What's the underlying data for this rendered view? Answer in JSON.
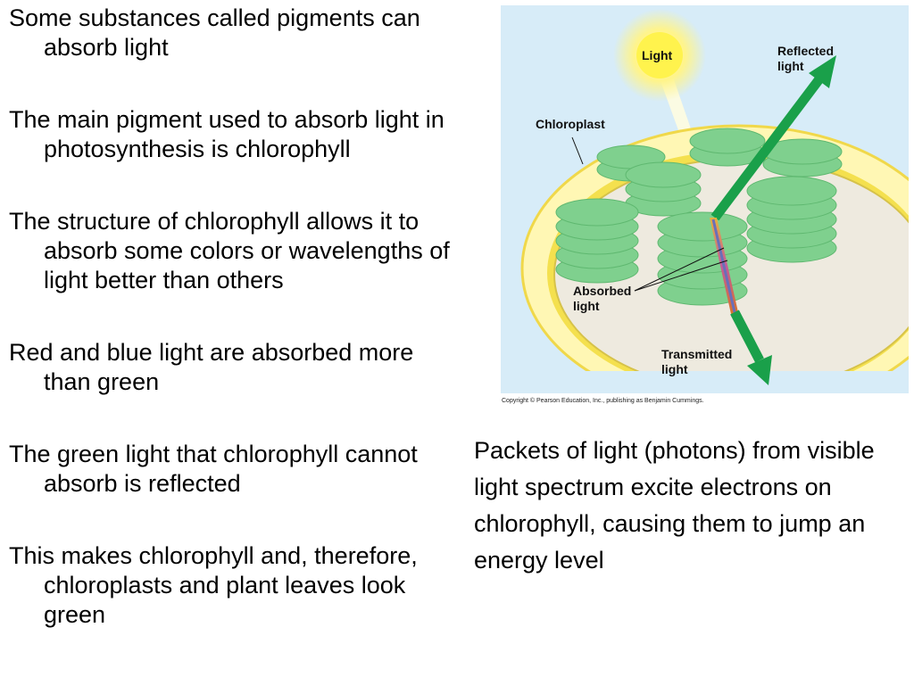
{
  "bullets": [
    "Some substances called pigments can absorb light",
    "The main pigment used to absorb light in photosynthesis is chlorophyll",
    "The structure of chlorophyll allows it to absorb some colors or wavelengths of light better than others",
    "Red and blue light are absorbed more than green",
    "The green light that chlorophyll cannot absorb is reflected",
    "This makes chlorophyll and, therefore, chloroplasts and plant leaves look green"
  ],
  "figure": {
    "labels": {
      "light": "Light",
      "reflected_1": "Reflected",
      "reflected_2": "light",
      "chloroplast": "Chloroplast",
      "absorbed_1": "Absorbed",
      "absorbed_2": "light",
      "transmitted_1": "Transmitted",
      "transmitted_2": "light"
    },
    "copyright": "Copyright © Pearson Education, Inc., publishing as Benjamin Cummings."
  },
  "caption": "Packets of light (photons) from visible light spectrum excite electrons on chlorophyll, causing them to jump an energy level",
  "colors": {
    "background_panel": "#d7ecf8",
    "membrane": "#f3e46a",
    "thylakoid": "#7fd08e",
    "arrow": "#1aa04a"
  }
}
